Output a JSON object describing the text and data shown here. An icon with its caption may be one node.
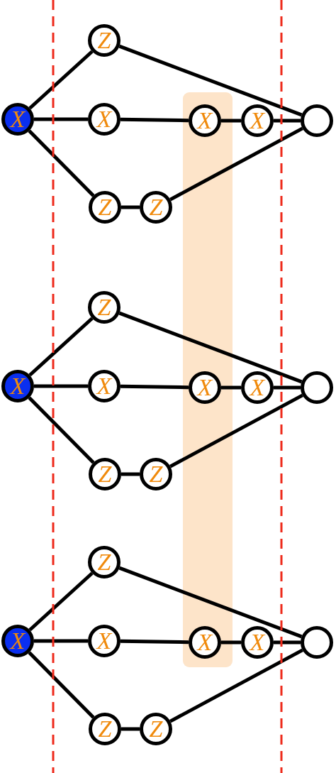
{
  "diagram": {
    "nodes": [
      {
        "text": [
          "Z"
        ]
      },
      {
        "text": [
          "X"
        ]
      },
      {
        "text": [
          "X"
        ]
      },
      {
        "text": [
          "X"
        ]
      },
      {
        "text": [
          "X"
        ]
      },
      {
        "text": [],
        "shape": "circle"
      },
      {
        "text": [
          "Z"
        ]
      },
      {
        "text": [
          "Z"
        ]
      },
      {
        "text": [
          "Z"
        ]
      },
      {
        "text": [
          "X"
        ]
      },
      {
        "text": [
          "X"
        ]
      },
      {
        "text": [
          "X"
        ]
      },
      {
        "text": [
          "X"
        ]
      },
      {
        "text": [],
        "shape": "circle"
      },
      {
        "text": [
          "Z"
        ]
      },
      {
        "text": [
          "Z"
        ]
      },
      {
        "text": [
          "Z"
        ]
      },
      {
        "text": [
          "X"
        ]
      },
      {
        "text": [
          "X"
        ]
      },
      {
        "text": [
          "X"
        ]
      },
      {
        "text": [
          "X"
        ]
      },
      {
        "text": [],
        "shape": "circle"
      },
      {
        "text": [
          "Z"
        ]
      },
      {
        "text": [
          "Z"
        ]
      }
    ],
    "edges": [
      {
        "from": 1,
        "to": 0,
        "arrow": "none"
      },
      {
        "from": 1,
        "to": 2,
        "arrow": "none"
      },
      {
        "from": 1,
        "to": 6,
        "arrow": "none"
      },
      {
        "from": 0,
        "to": 5,
        "arrow": "none"
      },
      {
        "from": 2,
        "to": 3,
        "arrow": "none"
      },
      {
        "from": 3,
        "to": 4,
        "arrow": "none"
      },
      {
        "from": 4,
        "to": 5,
        "arrow": "none"
      },
      {
        "from": 6,
        "to": 7,
        "arrow": "none"
      },
      {
        "from": 7,
        "to": 5,
        "arrow": "none"
      },
      {
        "from": 9,
        "to": 8,
        "arrow": "none"
      },
      {
        "from": 9,
        "to": 10,
        "arrow": "none"
      },
      {
        "from": 9,
        "to": 14,
        "arrow": "none"
      },
      {
        "from": 8,
        "to": 13,
        "arrow": "none"
      },
      {
        "from": 10,
        "to": 11,
        "arrow": "none"
      },
      {
        "from": 11,
        "to": 12,
        "arrow": "none"
      },
      {
        "from": 12,
        "to": 13,
        "arrow": "none"
      },
      {
        "from": 14,
        "to": 15,
        "arrow": "none"
      },
      {
        "from": 15,
        "to": 13,
        "arrow": "none"
      },
      {
        "from": 17,
        "to": 16,
        "arrow": "none"
      },
      {
        "from": 17,
        "to": 18,
        "arrow": "none"
      },
      {
        "from": 17,
        "to": 22,
        "arrow": "none"
      },
      {
        "from": 16,
        "to": 21,
        "arrow": "none"
      },
      {
        "from": 18,
        "to": 19,
        "arrow": "none"
      },
      {
        "from": 19,
        "to": 20,
        "arrow": "none"
      },
      {
        "from": 20,
        "to": 21,
        "arrow": "none"
      },
      {
        "from": 22,
        "to": 23,
        "arrow": "none"
      },
      {
        "from": 23,
        "to": 21,
        "arrow": "none"
      }
    ]
  }
}
